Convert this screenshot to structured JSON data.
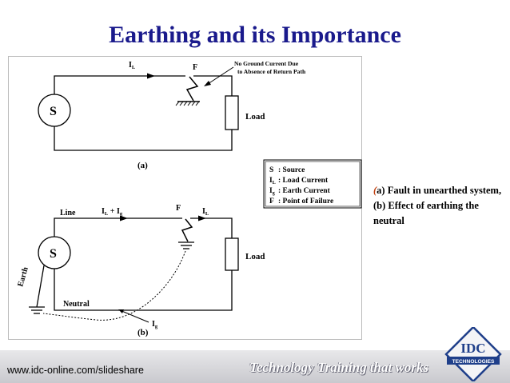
{
  "slide": {
    "title": "Earthing and its Importance"
  },
  "diagram_a": {
    "current_label_main": "I",
    "current_label_sub": "L",
    "fault_label": "F",
    "note_line1": "No Ground Current Due",
    "note_line2": "to Absence of Return Path",
    "source_label": "S",
    "load_label": "Load",
    "panel_label": "(a)"
  },
  "legend": {
    "rows": [
      {
        "symbol": "S",
        "sub": "",
        "text": ": Source"
      },
      {
        "symbol": "I",
        "sub": "L",
        "text": ": Load Current"
      },
      {
        "symbol": "I",
        "sub": "g",
        "text": ": Earth Current"
      },
      {
        "symbol": "F",
        "sub": "",
        "text": ": Point of Failure"
      }
    ]
  },
  "diagram_b": {
    "line_label": "Line",
    "sum_i1": "I",
    "sum_sub1": "L",
    "sum_plus": " + I",
    "sum_sub2": "g",
    "fault_label": "F",
    "load_current_main": "I",
    "load_current_sub": "L",
    "source_label": "S",
    "load_label": "Load",
    "earth_label": "Earth",
    "neutral_label": "Neutral",
    "earth_current_main": "I",
    "earth_current_sub": "g",
    "panel_label": "(b)"
  },
  "caption": {
    "paren": "(",
    "text": "a) Fault in unearthed system, (b) Effect of earthing the neutral"
  },
  "footer": {
    "url": "www.idc-online.com/slideshare",
    "tagline": "Technology Training that works",
    "logo_main": "IDC",
    "logo_sub": "TECHNOLOGIES"
  },
  "colors": {
    "title": "#1a1a8c",
    "caption_paren": "#c04010",
    "logo_blue": "#1f3f8a"
  }
}
